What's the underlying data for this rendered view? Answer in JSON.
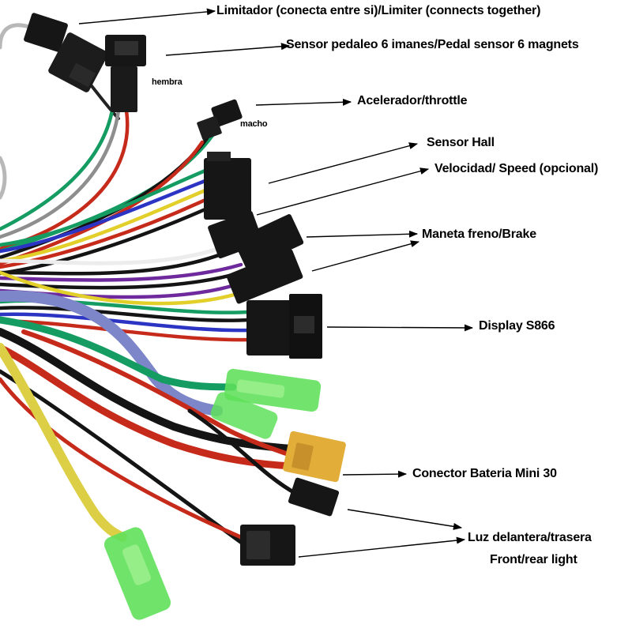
{
  "labels": {
    "limiter": "Limitador (conecta entre si)/Limiter (connects together)",
    "pedal_sensor": "Sensor pedaleo 6 imanes/Pedal sensor 6 magnets",
    "hembra": "hembra",
    "throttle": "Acelerador/throttle",
    "macho": "macho",
    "hall": "Sensor Hall",
    "speed": "Velocidad/ Speed (opcional)",
    "brake": "Maneta freno/Brake",
    "display": "Display S866",
    "battery": "Conector Bateria  Mini 30",
    "light_1": "Luz delantera/trasera",
    "light_2": "Front/rear light"
  },
  "colors": {
    "wire_red": "#c62a1a",
    "wire_black": "#141414",
    "wire_green": "#159c62",
    "wire_blue": "#2c34c4",
    "wire_yellow": "#e2cf2a",
    "wire_purple": "#6e2a9c",
    "wire_white": "#ececec",
    "wire_grey": "#8e8e8e",
    "wire_lavender": "#7c86c8",
    "wire_yellow_thick": "#dccf45",
    "connector_black": "#161616",
    "connector_orange": "#e3ad3a",
    "cap_green": "#5fe05a"
  }
}
